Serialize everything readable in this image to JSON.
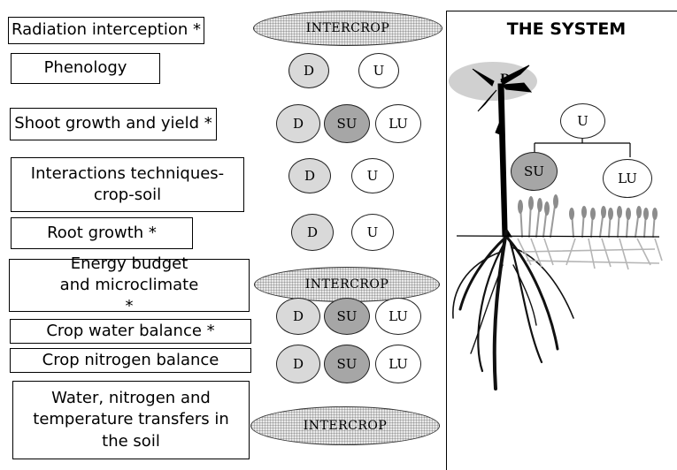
{
  "modules": [
    {
      "id": "radiation",
      "label": "Radiation interception *"
    },
    {
      "id": "phenology",
      "label": "Phenology"
    },
    {
      "id": "shoot",
      "label": "Shoot growth and yield *"
    },
    {
      "id": "interactions",
      "label": "Interactions techniques-crop-soil"
    },
    {
      "id": "root",
      "label": "Root growth *"
    },
    {
      "id": "energy",
      "label": "Energy budget and microclimate *"
    },
    {
      "id": "water",
      "label": "Crop water balance *"
    },
    {
      "id": "nitrogen",
      "label": "Crop nitrogen balance"
    },
    {
      "id": "transfers",
      "label": "Water, nitrogen and temperature transfers in the soil"
    }
  ],
  "nodes": {
    "intercrop": "INTERCROP",
    "D": "D",
    "U": "U",
    "SU": "SU",
    "LU": "LU"
  },
  "panel": {
    "title": "THE SYSTEM"
  },
  "colors": {
    "D": "#d9d9d9",
    "SU": "#a6a6a6",
    "LU": "#ffffff",
    "U": "#ffffff",
    "intercrop": "#e9e9e9",
    "canopy": "#d0d0d0"
  }
}
